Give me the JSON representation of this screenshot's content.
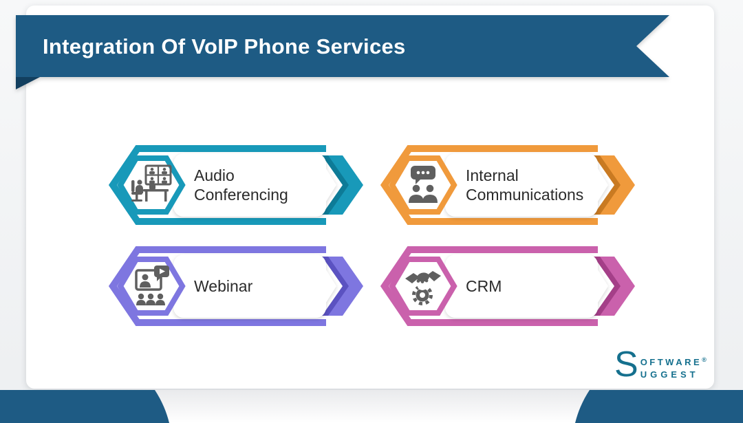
{
  "banner": {
    "title": "Integration Of VoIP Phone Services",
    "bg_color": "#1e5b84"
  },
  "items": [
    {
      "label": "Audio Conferencing",
      "line1": "Audio",
      "line2": "Conferencing",
      "icon": "video-conference-icon",
      "accent": "#1899b9",
      "accent_dark": "#0d7b97"
    },
    {
      "label": "Internal Communications",
      "line1": "Internal",
      "line2": "Communications",
      "icon": "team-chat-icon",
      "accent": "#f09a3c",
      "accent_dark": "#c97a22"
    },
    {
      "label": "Webinar",
      "line1": "Webinar",
      "line2": "",
      "icon": "webinar-presentation-icon",
      "accent": "#7e76e0",
      "accent_dark": "#5b52c1"
    },
    {
      "label": "CRM",
      "line1": "CRM",
      "line2": "",
      "icon": "handshake-gear-icon",
      "accent": "#ca61ac",
      "accent_dark": "#a43f88"
    }
  ],
  "logo": {
    "initial": "S",
    "word_top": "OFTWARE",
    "registered": "®",
    "word_bottom": "UGGEST",
    "color": "#15708e"
  },
  "css_vars": {
    "--c1": "#1899b9",
    "--c1d": "#0d7b97",
    "--c2": "#f09a3c",
    "--c2d": "#c97a22",
    "--c3": "#7e76e0",
    "--c3d": "#5b52c1",
    "--c4": "#ca61ac",
    "--c4d": "#a43f88",
    "--blue": "#1e5b84",
    "--blue-dark": "#123f5f",
    "--icon": "#5f5f5f",
    "--label": "#2b2b2b",
    "--logo": "#15708e"
  }
}
